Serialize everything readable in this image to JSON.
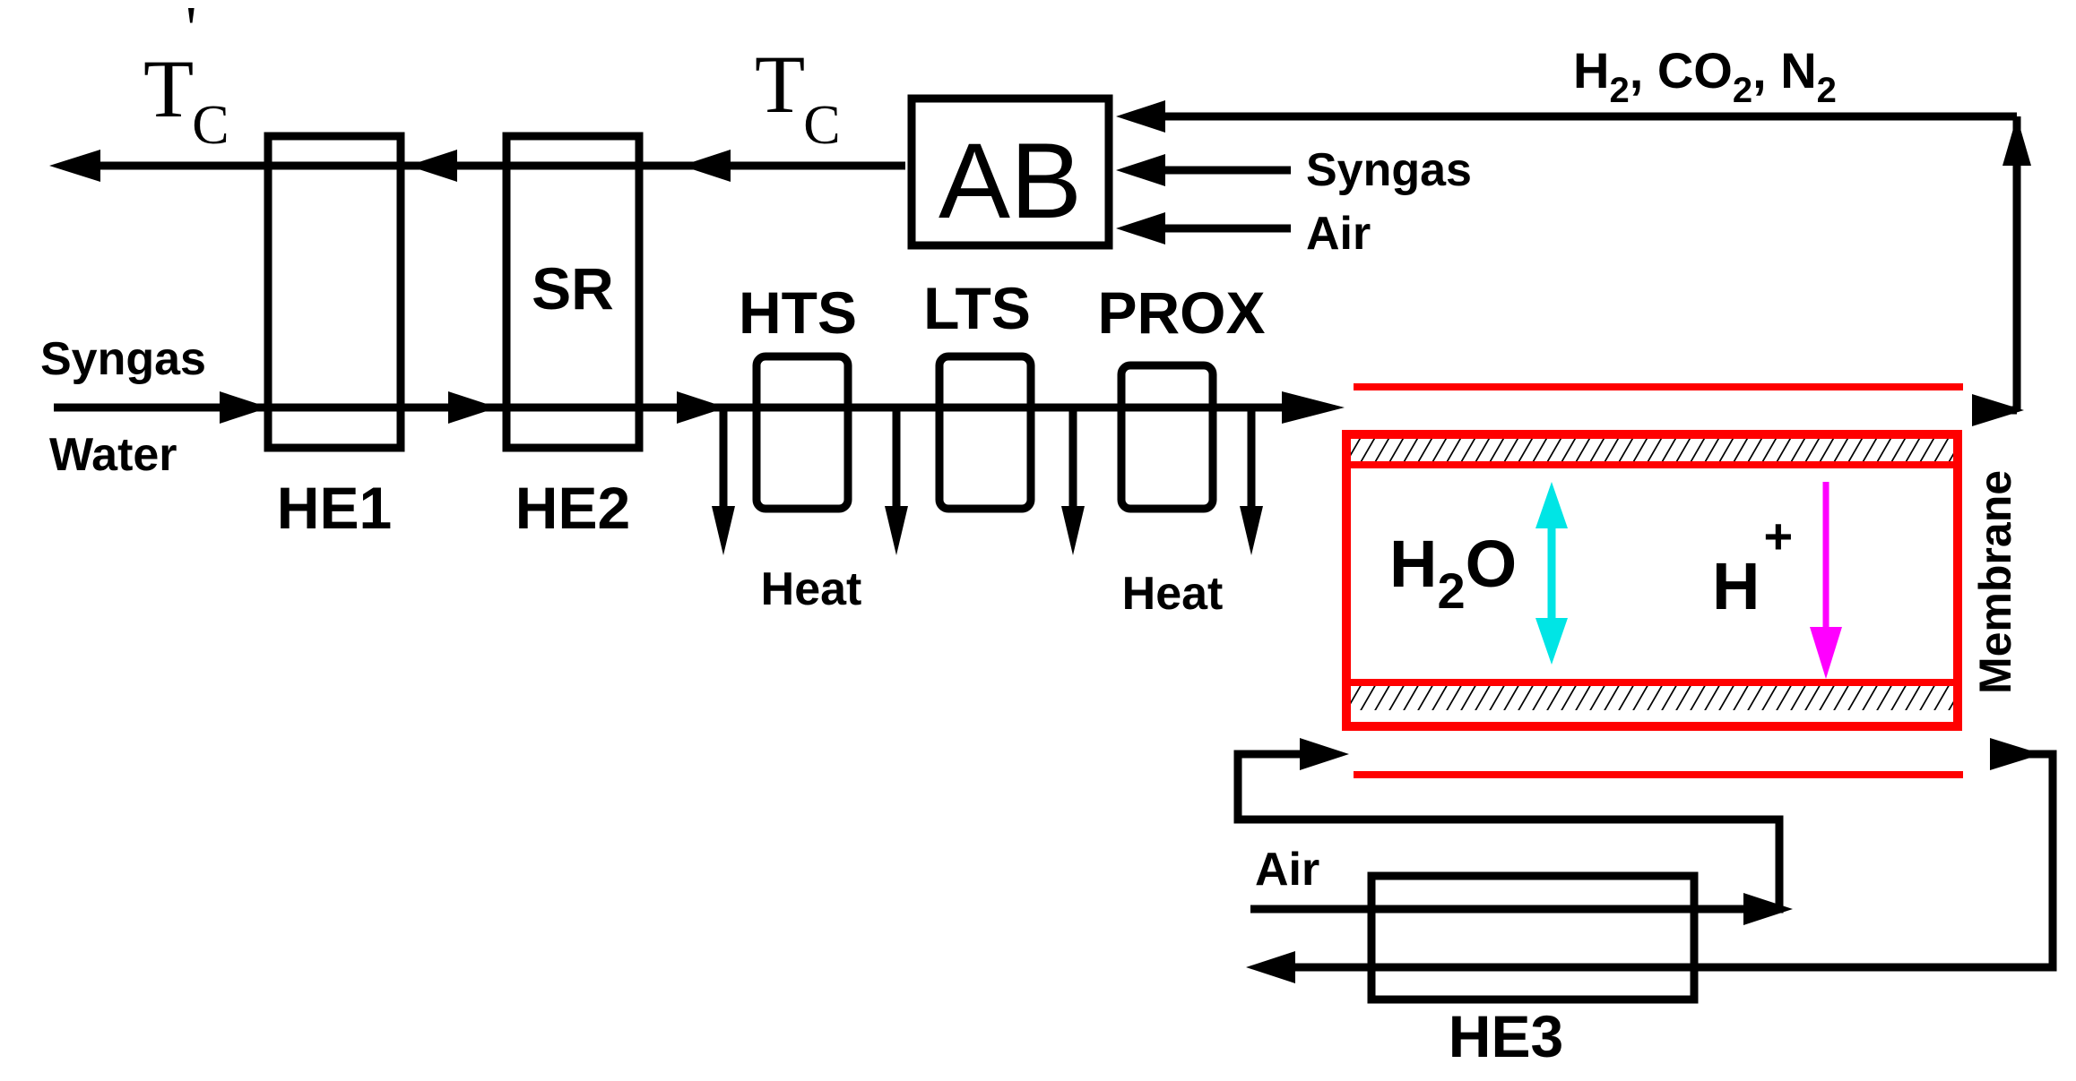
{
  "labels": {
    "tc_prime": "T",
    "tc_prime_sub": "C",
    "tc_prime_mark": "'",
    "tc": "T",
    "tc_sub": "C",
    "ab": "AB",
    "h2co2n2_h": "H",
    "h2co2n2_sub1": "2",
    "h2co2n2_mid": ", CO",
    "h2co2n2_sub2": "2",
    "h2co2n2_end": ", N",
    "h2co2n2_sub3": "2",
    "ab_syngas": "Syngas",
    "ab_air": "Air",
    "sr": "SR",
    "hts": "HTS",
    "lts": "LTS",
    "prox": "PROX",
    "inlet_syngas": "Syngas",
    "inlet_water": "Water",
    "he1": "HE1",
    "he2": "HE2",
    "heat_left": "Heat",
    "heat_right": "Heat",
    "h2o_h": "H",
    "h2o_sub": "2",
    "h2o_o": "O",
    "hplus_h": "H",
    "hplus_sup": "+",
    "membrane": "Membrane",
    "he3_air": "Air",
    "he3": "HE3"
  },
  "colors": {
    "stroke": "#000000",
    "membrane": "#ff0000",
    "water_arrow": "#00e5e5",
    "proton_arrow": "#ff00ff"
  }
}
